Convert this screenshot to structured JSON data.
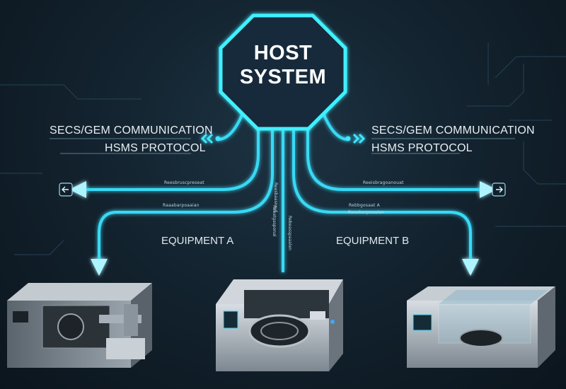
{
  "diagram": {
    "host": {
      "line1": "HOST",
      "line2": "SYSTEM"
    },
    "left_protocol": {
      "line1": "SECS/GEM COMMUNICATION",
      "line2": "HSMS PROTOCOL"
    },
    "right_protocol": {
      "line1": "SECS/GEM COMMUNICATION",
      "line2": "HSMS PROTOCOL"
    },
    "equipment_a_label": "EQUIPMENT A",
    "equipment_b_label": "EQUIPMENT B",
    "micro_labels": {
      "left_upper": "Reesbruscpreseat",
      "left_lower": "Raaabarpoaaian",
      "right_upper": "Reeisbragoanouat",
      "right_lower": "Rebbgosaat A",
      "right_lower2": "Reesbarpoaaian",
      "center_1": "Reesbaasnaut",
      "center_2": "Reeatgasponal",
      "center_3": "Rebeasspaaalen"
    },
    "icons": [
      "arrow-left-icon",
      "arrow-right-icon",
      "double-chevron-left-icon",
      "double-chevron-right-icon"
    ],
    "colors": {
      "glow": "#2ee8ff",
      "line": "#37d9f5",
      "background": "#13232f"
    }
  }
}
